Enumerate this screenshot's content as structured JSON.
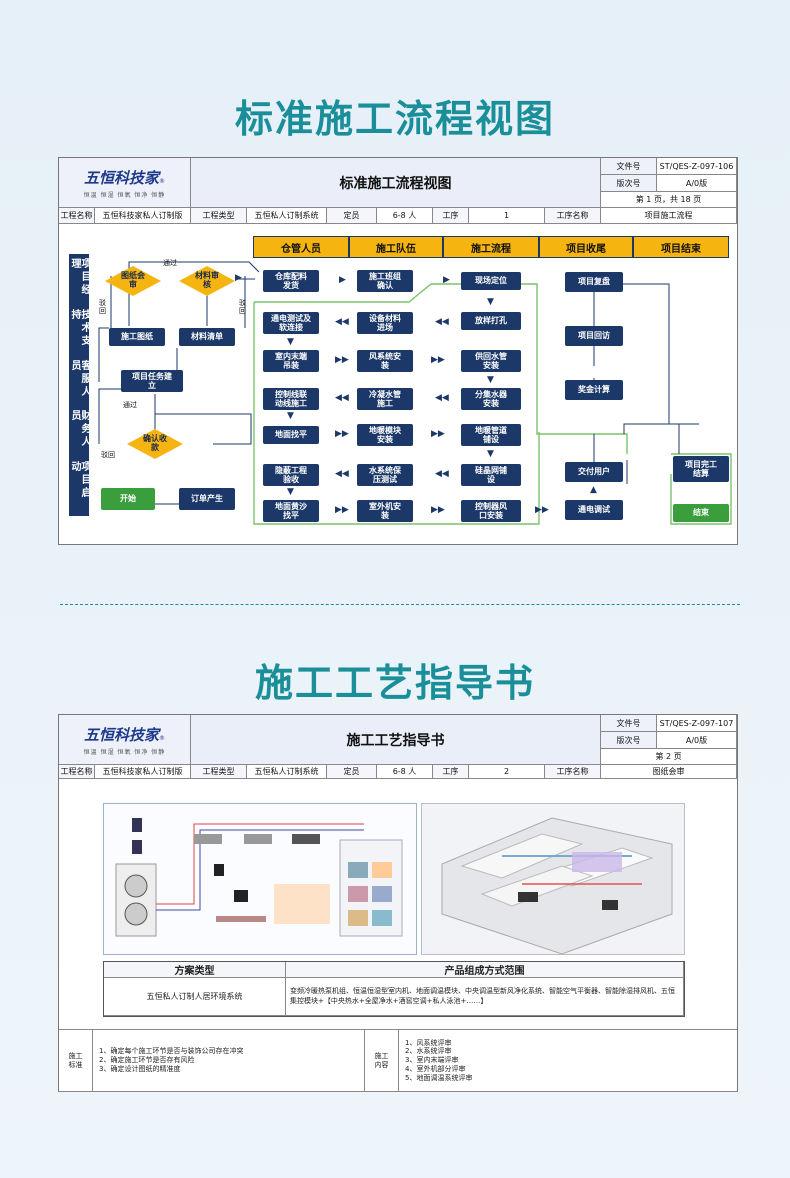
{
  "section1": {
    "heading": "标准施工流程视图",
    "logo": {
      "main": "五恒科技家",
      "sub": "恒温 恒湿 恒氧 恒净 恒静",
      "mark": "®"
    },
    "doc_title": "标准施工流程视图",
    "meta": {
      "file_no_label": "文件号",
      "file_no": "ST/QES-Z-097-106",
      "version_label": "版次号",
      "version": "A/0版",
      "pages": "第 1 页，共 18 页"
    },
    "row2": {
      "project_label": "工程名称",
      "project": "五恒科技家私人订制版",
      "type_label": "工程类型",
      "type": "五恒私人订制系统",
      "staff_label": "定员",
      "staff": "6-8 人",
      "step_label": "工序",
      "step": "1",
      "step_name_label": "工序名称",
      "step_name": "项目施工流程"
    },
    "roles": [
      "项目经理",
      "技术支持",
      "客服人员",
      "财务人员",
      "项目启动"
    ],
    "headers": [
      "仓管人员",
      "施工队伍",
      "施工流程",
      "项目收尾",
      "项目结束"
    ],
    "left_flow": {
      "drawing_review": "图纸会审",
      "material_review": "材料审核",
      "construction_drawing": "施工图纸",
      "material_list": "材料清单",
      "task_setup": "项目任务建立",
      "confirm_fee": "确认收款",
      "start": "开始",
      "order": "订单产生",
      "pass1": "通过",
      "pass2": "通过",
      "reject1": "驳回",
      "reject2": "驳回",
      "reject3": "驳回"
    },
    "col1": [
      "仓库配料发货",
      "通电测试及软连接",
      "室内末端吊装",
      "控制线联动线施工",
      "地面找平",
      "隐蔽工程验收",
      "地面黄沙找平"
    ],
    "col2": [
      "施工班组确认",
      "设备材料进场",
      "风系统安装",
      "冷凝水管施工",
      "地暖模块安装",
      "水系统保压测试",
      "室外机安装"
    ],
    "col3": [
      "现场定位",
      "放样打孔",
      "供回水管安装",
      "分集水器安装",
      "地暖管道铺设",
      "硅晶网铺设",
      "控制器风口安装"
    ],
    "col4": [
      "项目复盘",
      "项目回访",
      "奖金计算",
      "交付用户",
      "通电调试"
    ],
    "end_col": [
      "项目完工结算",
      "结束"
    ]
  },
  "section2": {
    "heading": "施工工艺指导书",
    "logo": {
      "main": "五恒科技家",
      "sub": "恒温 恒湿 恒氧 恒净 恒静",
      "mark": "®"
    },
    "doc_title": "施工工艺指导书",
    "meta": {
      "file_no_label": "文件号",
      "file_no": "ST/QES-Z-097-107",
      "version_label": "版次号",
      "version": "A/0版",
      "pages": "第 2 页"
    },
    "row2": {
      "project_label": "工程名称",
      "project": "五恒科技家私人订制版",
      "type_label": "工程类型",
      "type": "五恒私人订制系统",
      "staff_label": "定员",
      "staff": "6-8 人",
      "step_label": "工序",
      "step": "2",
      "step_name_label": "工序名称",
      "step_name": "图纸会审"
    },
    "scheme_table": {
      "col1_header": "方案类型",
      "col2_header": "产品组成方式范围",
      "row_label": "五恒私人订制人居环境系统",
      "row_content": "变频冷暖热泵机组、恒温恒湿型室内机、地面调温模块、中央调温型新风净化系统、智能空气平衡器、智能除湿排风机、五恒集控模块+【中央热水+全屋净水+酒窖空调+私人泳池+……】"
    },
    "footer": {
      "standard_label": "施工标准",
      "standards": [
        "1、确定每个施工环节是否与装饰公司存在冲突",
        "2、确定施工环节是否存有风险",
        "3、确定设计图纸的精准度"
      ],
      "content_label": "施工内容",
      "contents": [
        "1、风系统评审",
        "2、水系统评审",
        "3、室内末端评审",
        "4、室外机部分评审",
        "5、地面调温系统评审"
      ]
    }
  }
}
